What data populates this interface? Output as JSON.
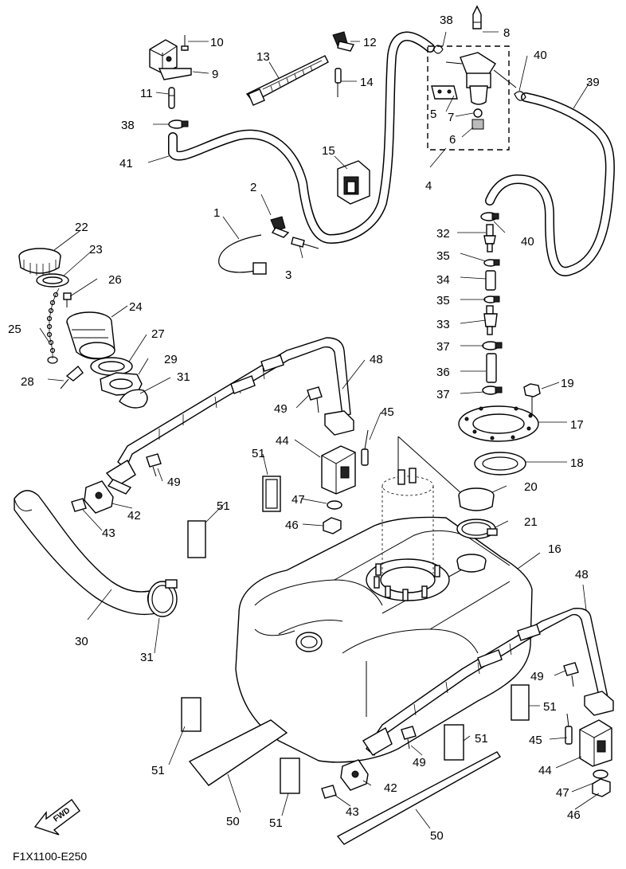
{
  "diagram": {
    "part_labels": [
      "1",
      "2",
      "3",
      "4",
      "5",
      "6",
      "7",
      "8",
      "9",
      "10",
      "11",
      "12",
      "13",
      "14",
      "15",
      "16",
      "17",
      "18",
      "19",
      "20",
      "21",
      "22",
      "23",
      "24",
      "25",
      "26",
      "27",
      "28",
      "29",
      "30",
      "31",
      "32",
      "33",
      "34",
      "35",
      "36",
      "37",
      "38",
      "39",
      "40",
      "41",
      "42",
      "43",
      "44",
      "45",
      "46",
      "47",
      "48",
      "49",
      "50",
      "51"
    ],
    "callouts": {
      "p8": "8",
      "p38a": "38",
      "p40a": "40",
      "p39": "39",
      "p5": "5",
      "p7": "7",
      "p6": "6",
      "p4": "4",
      "p10": "10",
      "p9": "9",
      "p11": "11",
      "p38b": "38",
      "p41": "41",
      "p13": "13",
      "p12": "12",
      "p14": "14",
      "p15": "15",
      "p2": "2",
      "p1": "1",
      "p3": "3",
      "p40b": "40",
      "p32": "32",
      "p35a": "35",
      "p34": "34",
      "p35b": "35",
      "p33": "33",
      "p37a": "37",
      "p36": "36",
      "p37b": "37",
      "p19": "19",
      "p17": "17",
      "p18": "18",
      "p20": "20",
      "p21": "21",
      "p22": "22",
      "p23": "23",
      "p26": "26",
      "p24": "24",
      "p25": "25",
      "p27": "27",
      "p29": "29",
      "p28": "28",
      "p31a": "31",
      "p48a": "48",
      "p49a": "49",
      "p45a": "45",
      "p44a": "44",
      "p51a": "51",
      "p47a": "47",
      "p46a": "46",
      "p49b": "49",
      "p42a": "42",
      "p43a": "43",
      "p51b": "51",
      "p16": "16",
      "p30": "30",
      "p31b": "31",
      "p48b": "48",
      "p49c": "49",
      "p51c": "51",
      "p45b": "45",
      "p44b": "44",
      "p47b": "47",
      "p46b": "46",
      "p51d": "51",
      "p51e": "51",
      "p49d": "49",
      "p42b": "42",
      "p43b": "43",
      "p50a": "50",
      "p51f": "51",
      "p50b": "50"
    },
    "fwd_label": "FWD",
    "figure_code": "F1X1100-E250"
  }
}
